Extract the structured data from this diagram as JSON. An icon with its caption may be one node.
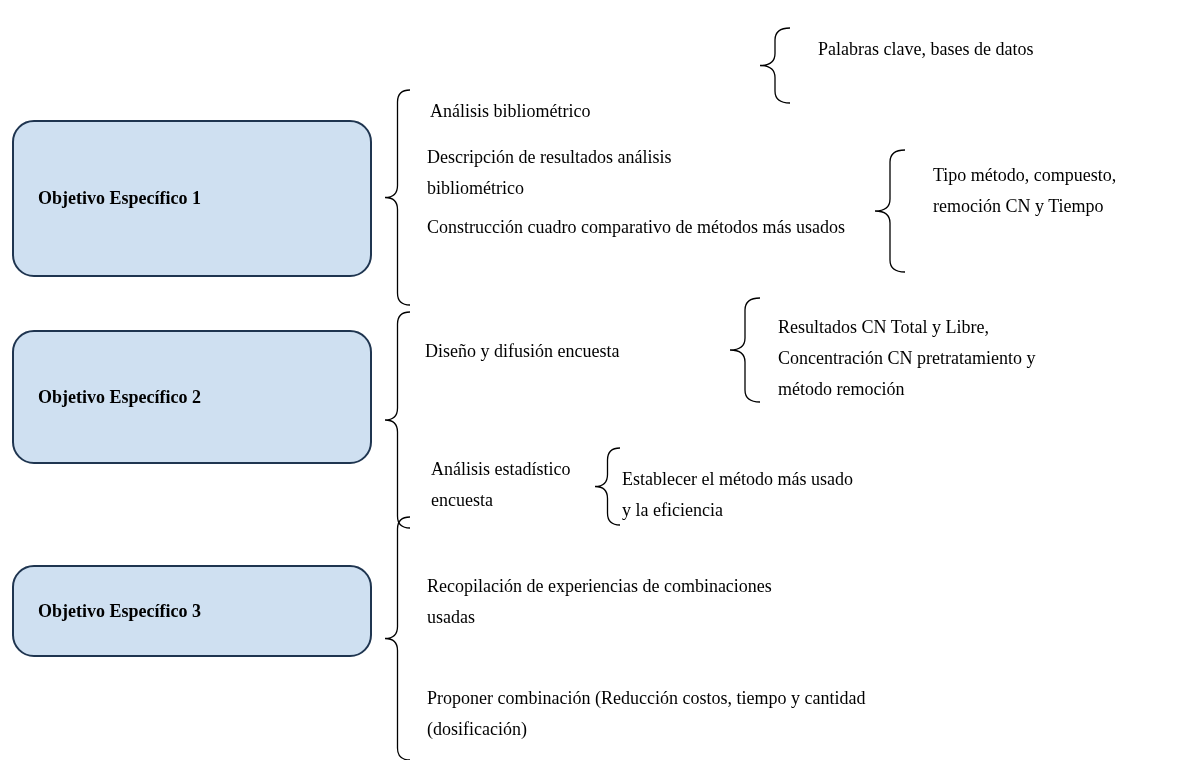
{
  "diagram": {
    "nodes": [
      {
        "text": [
          "Objetivo Específico 1"
        ]
      },
      {
        "text": [
          "Objetivo Específico 2"
        ]
      },
      {
        "text": [
          "Objetivo Específico 3"
        ]
      }
    ],
    "labels": [
      "Palabras clave, bases de datos",
      "Análisis bibliométrico",
      "Descripción de resultados análisis bibliométrico",
      "Tipo método, compuesto, remoción CN y Tiempo",
      "Construcción cuadro comparativo de métodos más usados",
      "Resultados CN Total y Libre, Concentración CN pretratamiento y método remoción",
      "Diseño y difusión encuesta",
      "Análisis estadístico encuesta",
      "Establecer el método más usado y la eficiencia",
      "Recopilación de experiencias de combinaciones usadas",
      "Proponer combinación (Reducción costos, tiempo y cantidad (dosificación)"
    ]
  }
}
